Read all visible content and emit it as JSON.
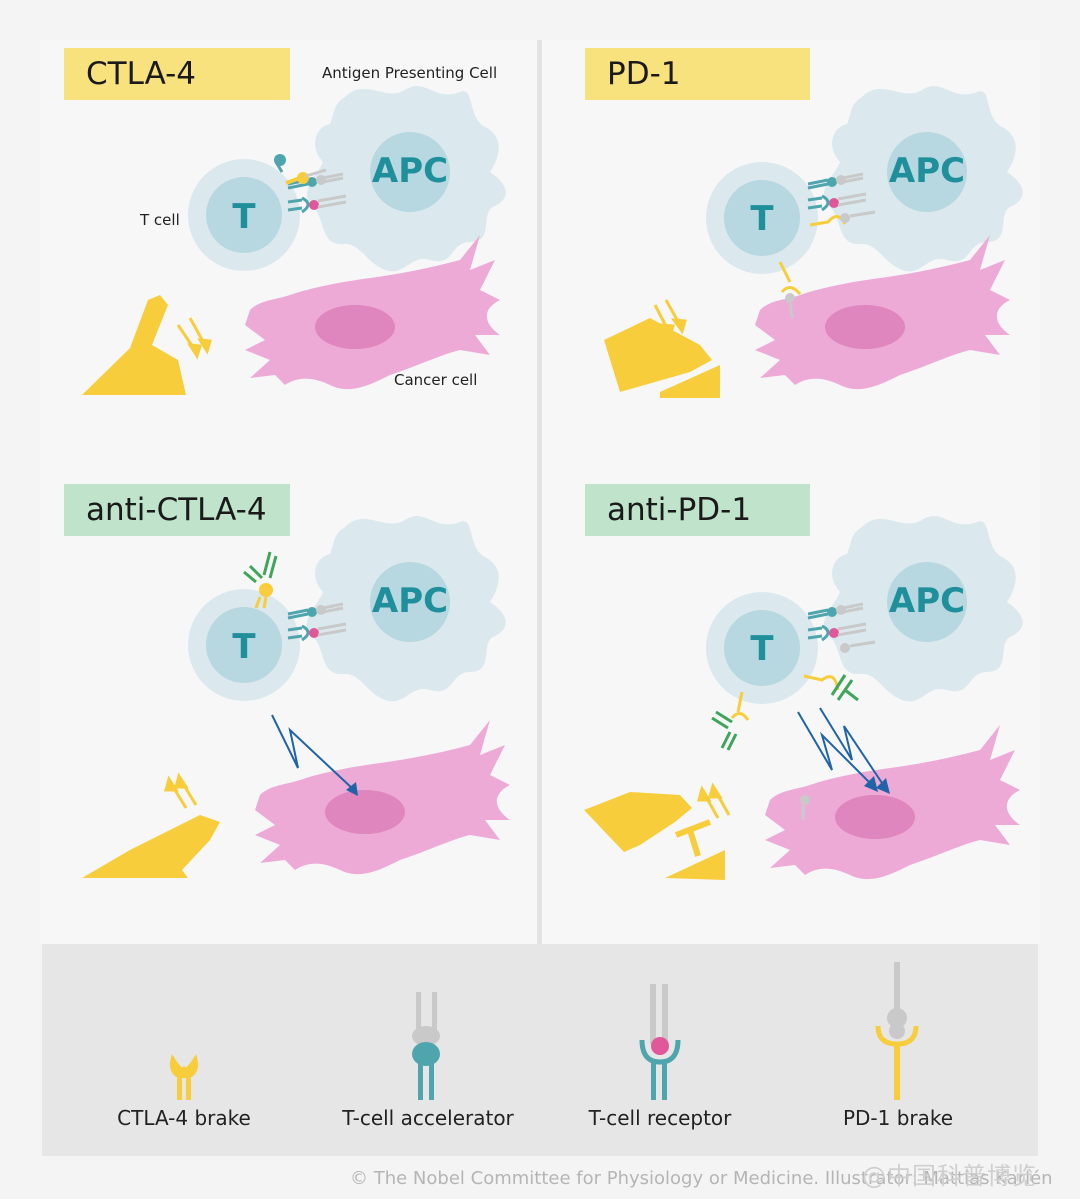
{
  "panels": {
    "ctla4": {
      "title": "CTLA-4",
      "apc_label": "Antigen Presenting Cell",
      "t_cell_label": "T cell",
      "cancer_label": "Cancer cell",
      "apc_text": "APC",
      "t_text": "T"
    },
    "pd1": {
      "title": "PD-1",
      "apc_text": "APC",
      "t_text": "T"
    },
    "anti_ctla4": {
      "title": "anti-CTLA-4",
      "apc_text": "APC",
      "t_text": "T"
    },
    "anti_pd1": {
      "title": "anti-PD-1",
      "apc_text": "APC",
      "t_text": "T"
    }
  },
  "legend": {
    "ctla4_brake": "CTLA-4 brake",
    "tcell_accelerator": "T-cell accelerator",
    "tcell_receptor": "T-cell receptor",
    "pd1_brake": "PD-1 brake"
  },
  "footer": "© The Nobel Committee for Physiology or Medicine. Illustrator: Mattias Karlén",
  "watermark": "@中国科普博览",
  "colors": {
    "apc": "#dbe9ee",
    "cell_nucleus": "#b7d8e0",
    "t_text": "#1e8f9b",
    "cancer": "#eeaad6",
    "cancer_nucleus": "#de86bd",
    "brake_yellow": "#f7cd3b",
    "antibody_green": "#3fa55a",
    "signal_blue": "#1f63a8",
    "title_yellow": "#f8e27d",
    "title_green": "#bfe3cb"
  }
}
